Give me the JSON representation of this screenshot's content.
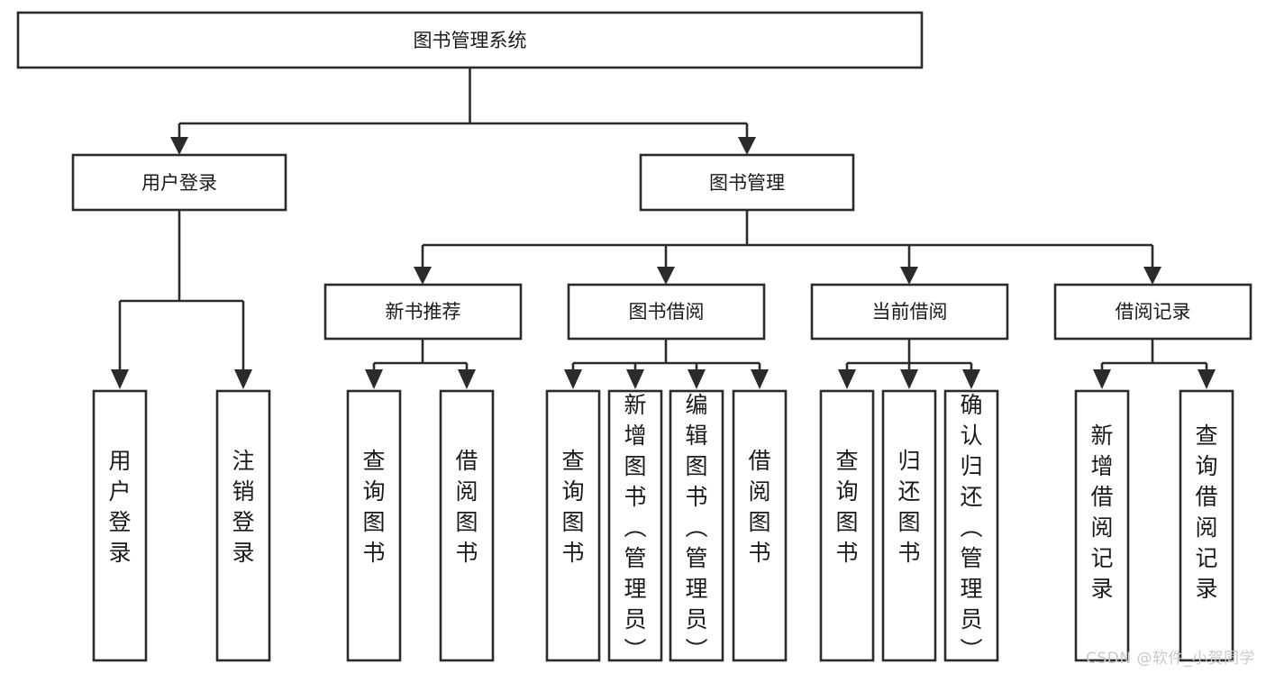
{
  "diagram": {
    "title": "图书管理系统",
    "type": "tree-hierarchy-diagram",
    "watermark": "CSDN @软件_小贺同学",
    "colors": {
      "stroke": "#2b2b2b",
      "fill": "#ffffff",
      "text": "#1a1a1a",
      "watermark": "#c9c9c9"
    },
    "nodes": {
      "root": {
        "label": "图书管理系统"
      },
      "level2": [
        {
          "id": "user-login",
          "label": "用户登录"
        },
        {
          "id": "book-management",
          "label": "图书管理"
        }
      ],
      "level3": [
        {
          "id": "new-book-recommend",
          "label": "新书推荐"
        },
        {
          "id": "book-borrow",
          "label": "图书借阅"
        },
        {
          "id": "current-borrow",
          "label": "当前借阅"
        },
        {
          "id": "borrow-record",
          "label": "借阅记录"
        }
      ],
      "leaves": {
        "user-login": [
          {
            "id": "leaf-user-login",
            "label": "用户登录"
          },
          {
            "id": "leaf-logout-login",
            "label": "注销登录"
          }
        ],
        "new-book-recommend": [
          {
            "id": "leaf-query-book-1",
            "label": "查询图书"
          },
          {
            "id": "leaf-borrow-book-1",
            "label": "借阅图书"
          }
        ],
        "book-borrow": [
          {
            "id": "leaf-query-book-2",
            "label": "查询图书"
          },
          {
            "id": "leaf-add-book",
            "label": "新增图书（管理员）"
          },
          {
            "id": "leaf-edit-book",
            "label": "编辑图书（管理员）"
          },
          {
            "id": "leaf-borrow-book-2",
            "label": "借阅图书"
          }
        ],
        "current-borrow": [
          {
            "id": "leaf-query-book-3",
            "label": "查询图书"
          },
          {
            "id": "leaf-return-book",
            "label": "归还图书"
          },
          {
            "id": "leaf-confirm-return",
            "label": "确认归还（管理员）"
          }
        ],
        "borrow-record": [
          {
            "id": "leaf-add-record",
            "label": "新增借阅记录"
          },
          {
            "id": "leaf-query-record",
            "label": "查询借阅记录"
          }
        ]
      }
    },
    "edges": [
      {
        "from": "图书管理系统",
        "to": "用户登录"
      },
      {
        "from": "图书管理系统",
        "to": "图书管理"
      },
      {
        "from": "图书管理",
        "to": "新书推荐"
      },
      {
        "from": "图书管理",
        "to": "图书借阅"
      },
      {
        "from": "图书管理",
        "to": "当前借阅"
      },
      {
        "from": "图书管理",
        "to": "借阅记录"
      },
      {
        "from": "用户登录",
        "to": "用户登录"
      },
      {
        "from": "用户登录",
        "to": "注销登录"
      },
      {
        "from": "新书推荐",
        "to": "查询图书"
      },
      {
        "from": "新书推荐",
        "to": "借阅图书"
      },
      {
        "from": "图书借阅",
        "to": "查询图书"
      },
      {
        "from": "图书借阅",
        "to": "新增图书（管理员）"
      },
      {
        "from": "图书借阅",
        "to": "编辑图书（管理员）"
      },
      {
        "from": "图书借阅",
        "to": "借阅图书"
      },
      {
        "from": "当前借阅",
        "to": "查询图书"
      },
      {
        "from": "当前借阅",
        "to": "归还图书"
      },
      {
        "from": "当前借阅",
        "to": "确认归还（管理员）"
      },
      {
        "from": "借阅记录",
        "to": "新增借阅记录"
      },
      {
        "from": "借阅记录",
        "to": "查询借阅记录"
      }
    ]
  }
}
